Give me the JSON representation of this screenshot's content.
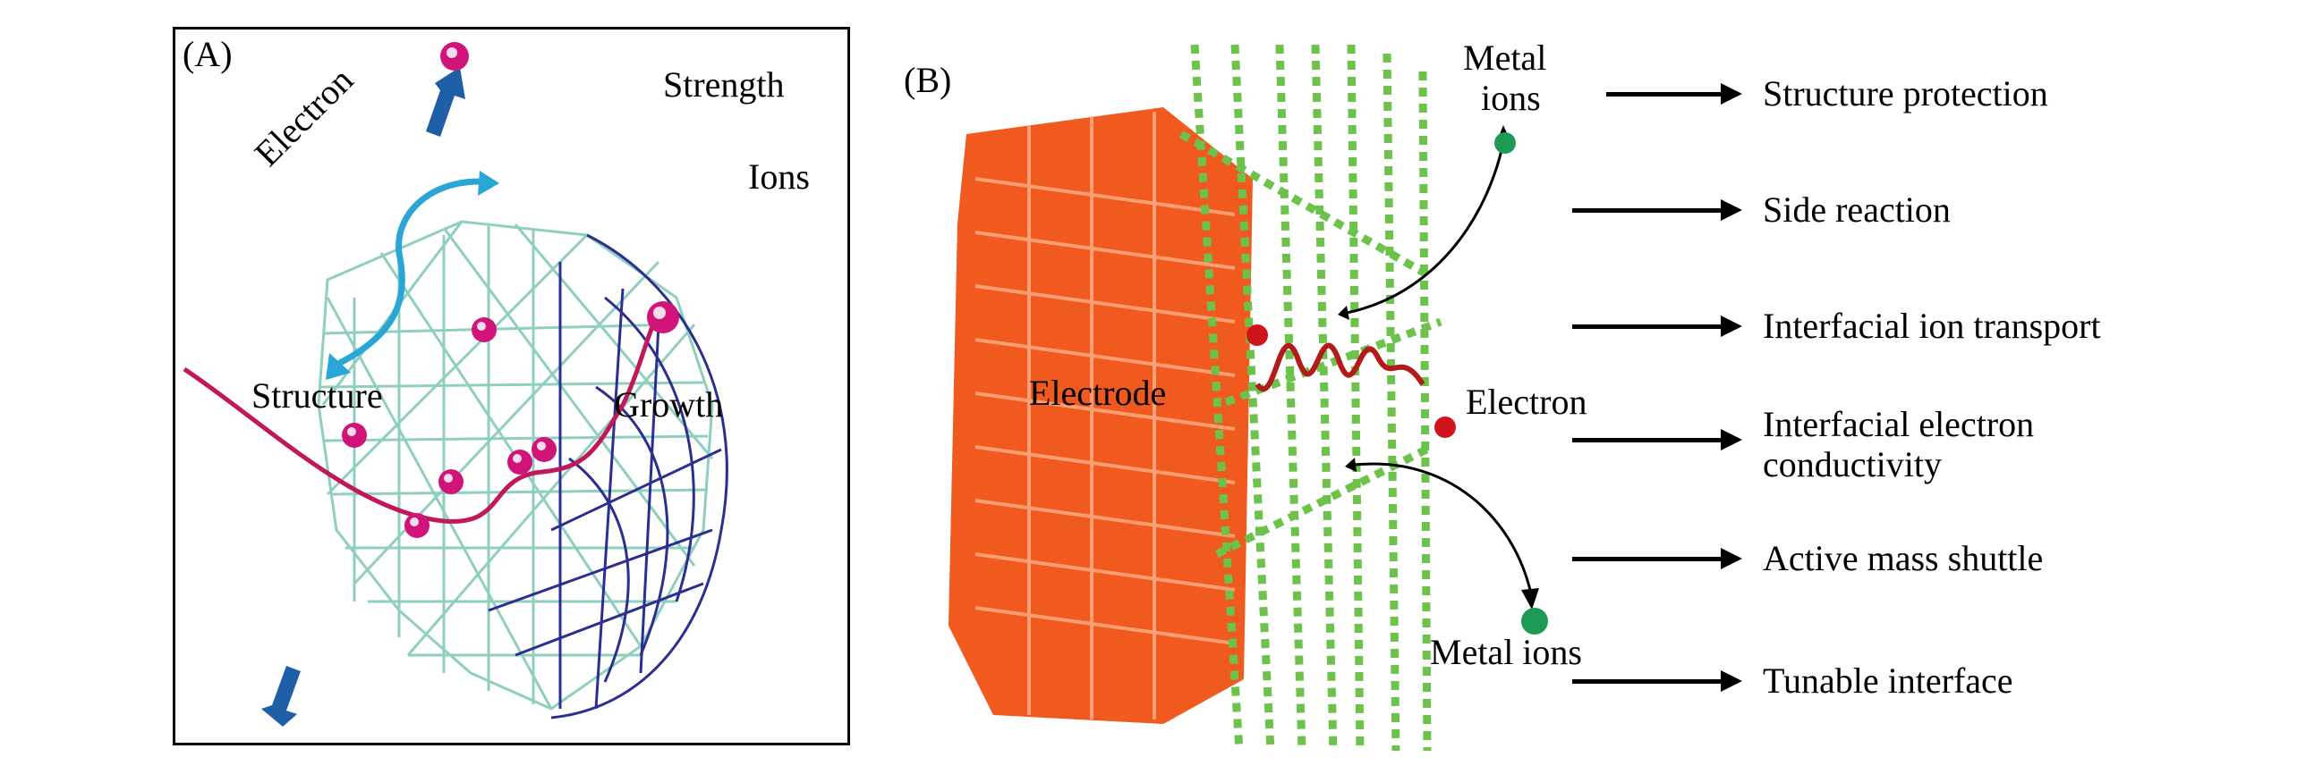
{
  "panel_a": {
    "label": "(A)",
    "texts": {
      "strength": "Strength",
      "electron": "Electron",
      "ions": "Ions",
      "structure": "Structure",
      "growth": "Growth"
    },
    "colors": {
      "mesh_light": "#9fd6c8",
      "mesh_dark": "#2b2f8f",
      "ion": "#d0147a",
      "electron_arrow": "#29a6d6",
      "growth_arrow": "#1f5fa8",
      "ion_path": "#c0185a"
    }
  },
  "panel_b": {
    "label": "(B)",
    "texts": {
      "electrode": "Electrode",
      "metal_ions_top": [
        "Metal",
        "ions"
      ],
      "electron": "Electron",
      "metal_ions_bottom": "Metal ions"
    },
    "properties": [
      {
        "label": "Structure protection"
      },
      {
        "label": "Side reaction"
      },
      {
        "label": "Interfacial ion transport"
      },
      {
        "label": "Interfacial electron",
        "label2": "conductivity"
      },
      {
        "label": "Active mass shuttle"
      },
      {
        "label": "Tunable interface"
      }
    ],
    "colors": {
      "electrode": "#f05a1e",
      "chain": "#6cc24a",
      "metal_ion": "#1e9a52",
      "electron": "#d0141e",
      "wave": "#b31b1b"
    }
  }
}
